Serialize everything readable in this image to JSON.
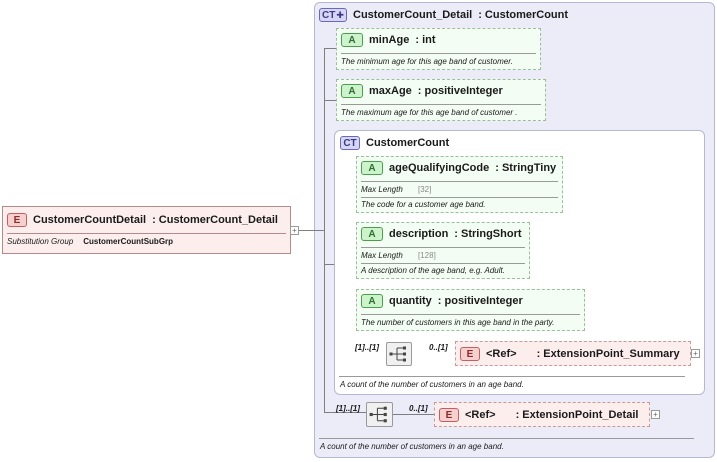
{
  "root": {
    "badge": "E",
    "name": "CustomerCountDetail",
    "type": ": CustomerCount_Detail",
    "sg_label": "Substitution Group",
    "sg_value": "CustomerCountSubGrp"
  },
  "outer_ct": {
    "badge": "CT",
    "name": "CustomerCount_Detail",
    "type": ": CustomerCount",
    "attributes": [
      {
        "badge": "A",
        "name": "minAge",
        "type": ": int",
        "doc": "The minimum age for this age band of customer."
      },
      {
        "badge": "A",
        "name": "maxAge",
        "type": ": positiveInteger",
        "doc": "The maximum age for this age band of customer ."
      }
    ],
    "sequence_occ": "[1]..[1]",
    "ref_occ": "0..[1]",
    "ref_badge": "E",
    "ref_label": "<Ref>",
    "ref_type": ": ExtensionPoint_Detail",
    "doc": "A count of the number of customers in an age band."
  },
  "inner_ct": {
    "badge": "CT",
    "name": "CustomerCount",
    "attributes": [
      {
        "badge": "A",
        "name": "ageQualifyingCode",
        "type": ": StringTiny",
        "facet_label": "Max Length",
        "facet_value": "[32]",
        "doc": "The code for a customer age band."
      },
      {
        "badge": "A",
        "name": "description",
        "type": ": StringShort",
        "facet_label": "Max Length",
        "facet_value": "[128]",
        "doc": "A description of the age band, e.g. Adult."
      },
      {
        "badge": "A",
        "name": "quantity",
        "type": ": positiveInteger",
        "doc": "The number of customers in this age band in the party."
      }
    ],
    "sequence_occ": "[1]..[1]",
    "ref_occ": "0..[1]",
    "ref_badge": "E",
    "ref_label": "<Ref>",
    "ref_type": ": ExtensionPoint_Summary",
    "doc": "A count of the number of customers in an age band."
  },
  "icons": {
    "sequence": "sequence-icon",
    "expand": "expand-icon",
    "attr_badge_ct": "ct-attr-badge-icon"
  },
  "expand_symbol": "+",
  "colors": {
    "ct_bg": "#ececf9",
    "attr_bg": "#f3fdf3",
    "elem_bg": "#fdeeee",
    "line": "#7f7f7f"
  }
}
